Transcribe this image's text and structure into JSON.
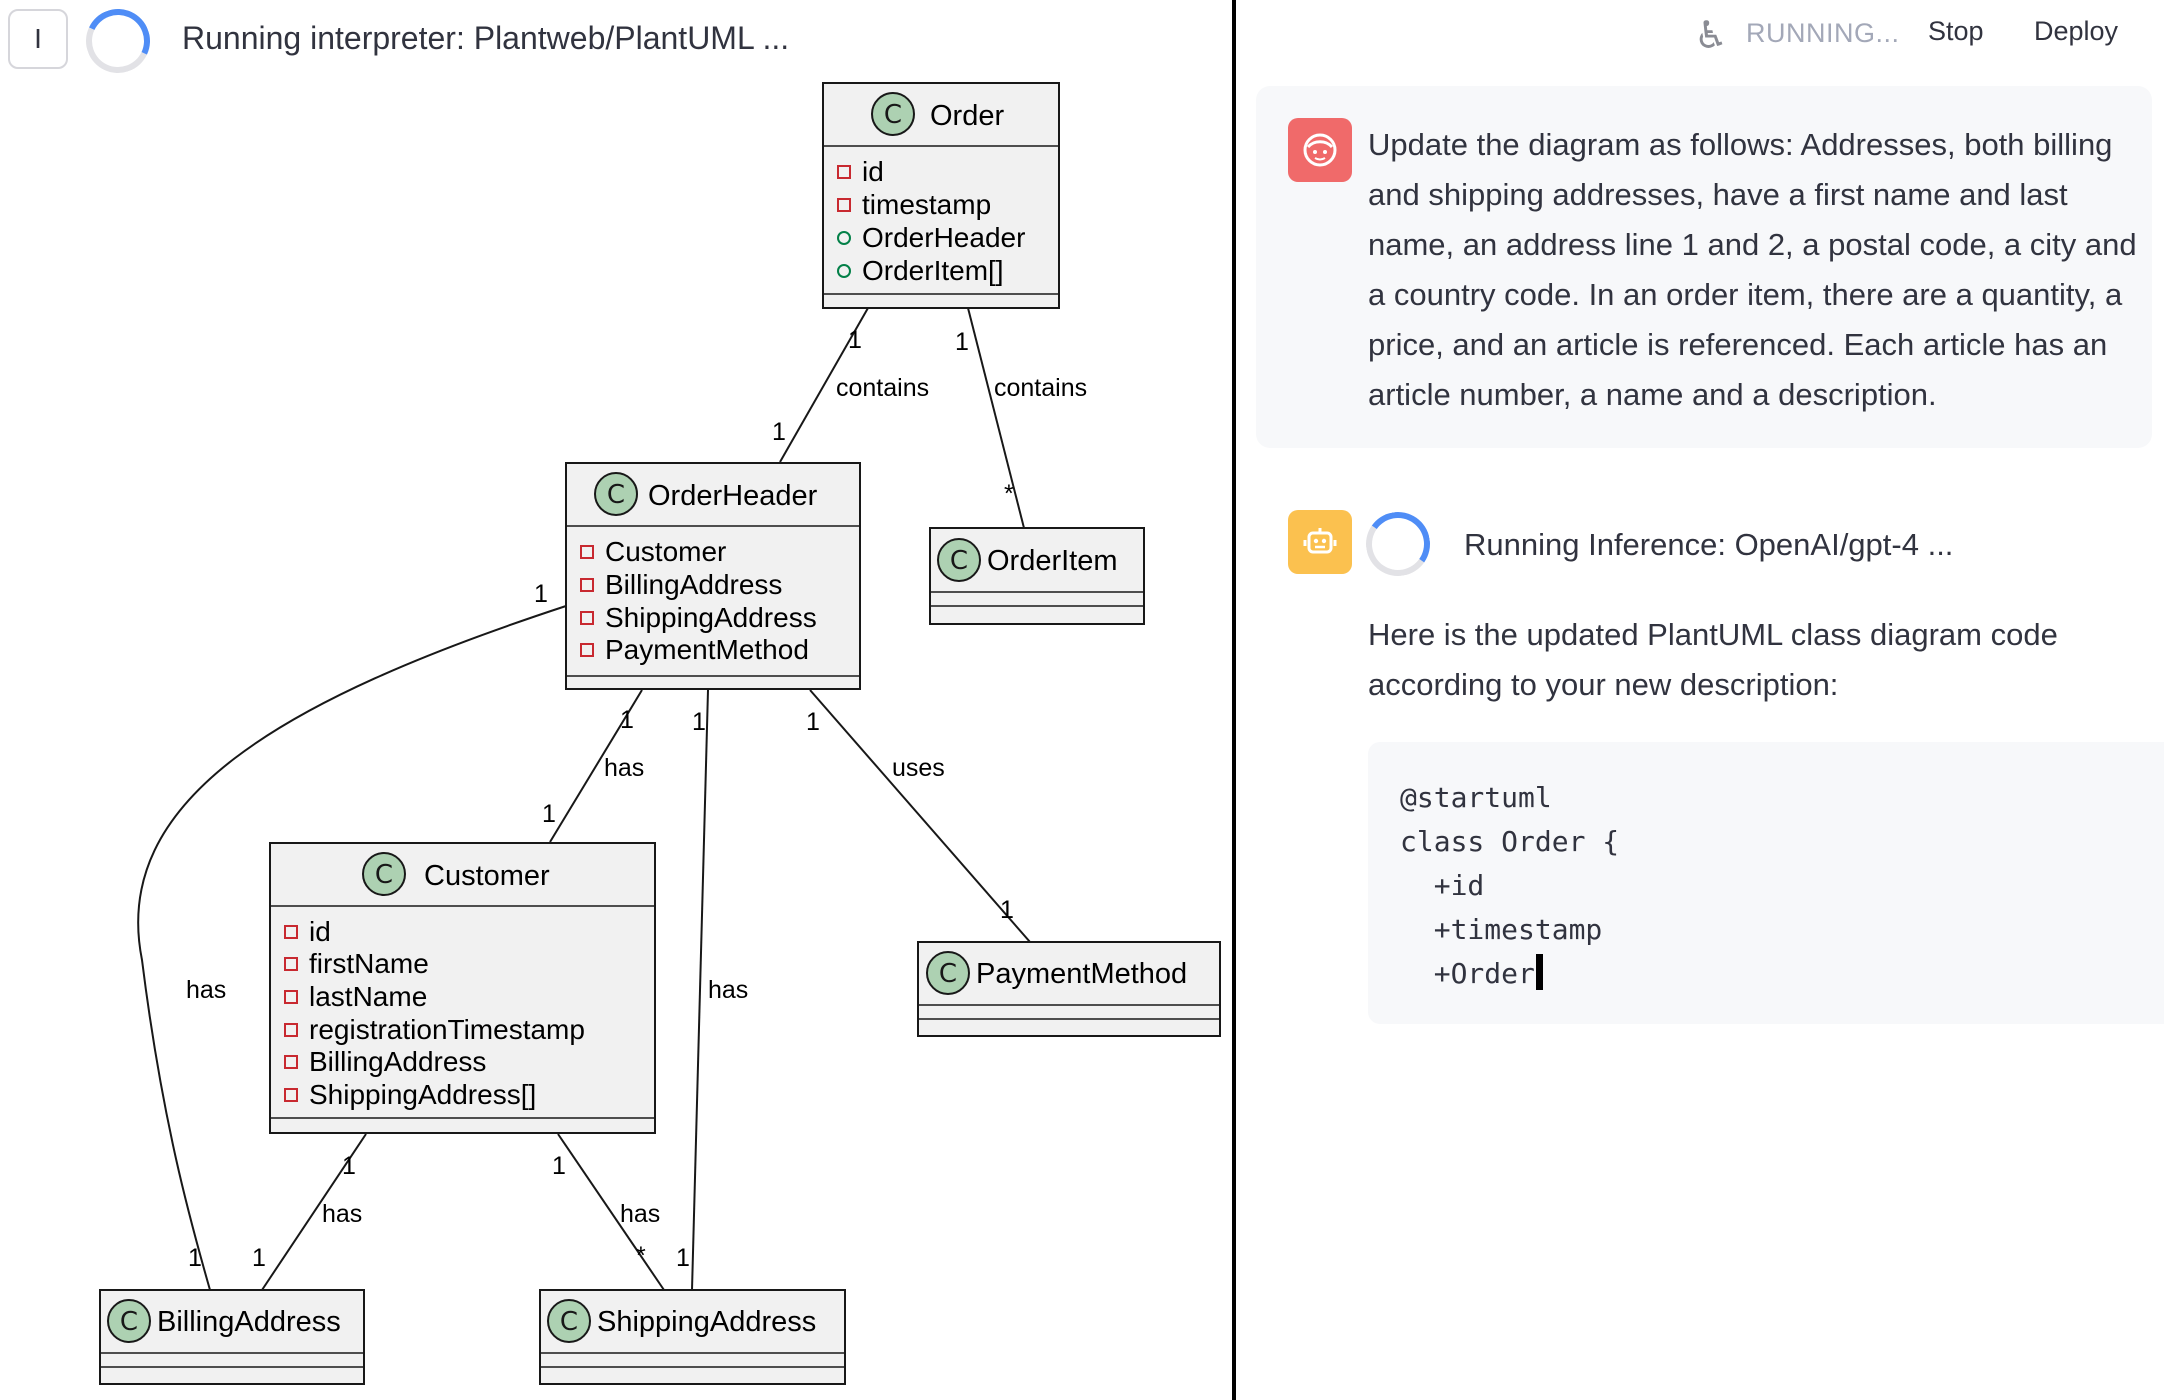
{
  "left": {
    "sidebar_toggle": "I",
    "status": "Running interpreter: Plantweb/PlantUML ..."
  },
  "diagram": {
    "classes": {
      "order": {
        "stereotype": "C",
        "name": "Order",
        "fields": [
          {
            "vis": "private",
            "label": "id"
          },
          {
            "vis": "private",
            "label": "timestamp"
          },
          {
            "vis": "public",
            "label": "OrderHeader"
          },
          {
            "vis": "public",
            "label": "OrderItem[]"
          }
        ]
      },
      "order_header": {
        "stereotype": "C",
        "name": "OrderHeader",
        "fields": [
          {
            "vis": "private",
            "label": "Customer"
          },
          {
            "vis": "private",
            "label": "BillingAddress"
          },
          {
            "vis": "private",
            "label": "ShippingAddress"
          },
          {
            "vis": "private",
            "label": "PaymentMethod"
          }
        ]
      },
      "order_item": {
        "stereotype": "C",
        "name": "OrderItem"
      },
      "customer": {
        "stereotype": "C",
        "name": "Customer",
        "fields": [
          {
            "vis": "private",
            "label": "id"
          },
          {
            "vis": "private",
            "label": "firstName"
          },
          {
            "vis": "private",
            "label": "lastName"
          },
          {
            "vis": "private",
            "label": "registrationTimestamp"
          },
          {
            "vis": "private",
            "label": "BillingAddress"
          },
          {
            "vis": "private",
            "label": "ShippingAddress[]"
          }
        ]
      },
      "payment_method": {
        "stereotype": "C",
        "name": "PaymentMethod"
      },
      "billing_address": {
        "stereotype": "C",
        "name": "BillingAddress"
      },
      "shipping_address": {
        "stereotype": "C",
        "name": "ShippingAddress"
      }
    },
    "relations": {
      "order_header": {
        "label": "contains",
        "from_mult": "1",
        "to_mult": "1"
      },
      "order_item": {
        "label": "contains",
        "from_mult": "1",
        "to_mult": "*"
      },
      "header_customer": {
        "label": "has",
        "from_mult": "1",
        "to_mult": "1"
      },
      "header_shipping": {
        "label": "has",
        "from_mult": "1",
        "to_mult": "1"
      },
      "header_payment": {
        "label": "uses",
        "from_mult": "1",
        "to_mult": "1"
      },
      "header_billing": {
        "label": "has",
        "from_mult": "1",
        "to_mult": "1"
      },
      "customer_billing": {
        "label": "has",
        "from_mult": "1",
        "to_mult": "1"
      },
      "customer_shipping": {
        "label": "has",
        "from_mult": "1",
        "to_mult": "*"
      }
    }
  },
  "right": {
    "topbar": {
      "running": "RUNNING...",
      "stop": "Stop",
      "deploy": "Deploy"
    },
    "user_message": "Update the diagram as follows: Addresses, both billing and shipping addresses, have a first name and last name, an address line 1 and 2, a postal code, a city and a country code. In an order item, there are a quantity, a price, and an article is referenced. Each article has an article number, a name and a description.",
    "inference_status": "Running Inference: OpenAI/gpt-4 ...",
    "bot_message": "Here is the updated PlantUML class diagram code according to your new description:",
    "code": "@startuml\nclass Order {\n  +id\n  +timestamp\n  +Order",
    "colors": {
      "user_avatar": "#f06a6a",
      "bot_avatar": "#fbc14f",
      "spinner": "#4f8df6"
    },
    "icons": {
      "running": "accessibility-running-icon",
      "user": "user-face-icon",
      "bot": "robot-icon"
    }
  }
}
